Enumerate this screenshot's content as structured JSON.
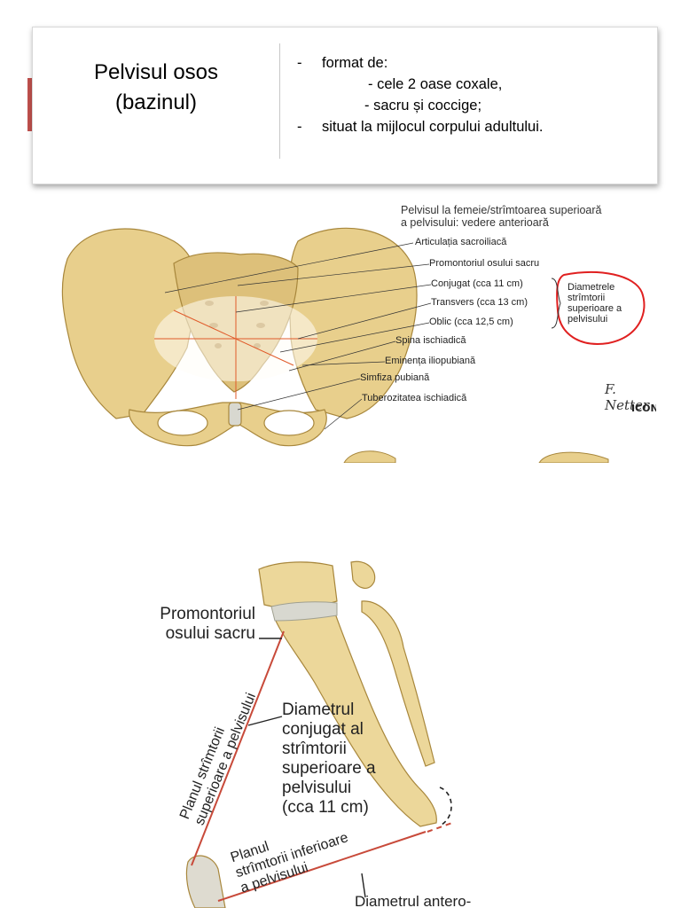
{
  "slide": {
    "title_line1": "Pelvisul osos",
    "title_line2": "(bazinul)",
    "bullets": [
      {
        "dash": "-",
        "text": "format de:"
      },
      {
        "dash": "",
        "text": "- cele 2 oase coxale,"
      },
      {
        "dash": "",
        "text": "- sacru și coccige;"
      },
      {
        "dash": "-",
        "text": "situat la mijlocul corpului adultului."
      }
    ],
    "accent_color": "#c0504d"
  },
  "figure_top": {
    "title_line1": "Pelvisul la femeie/strîmtoarea superioară",
    "title_line2": "a pelvisului: vedere anterioară",
    "labels": [
      "Articulația sacroiliacă",
      "Promontoriul osului sacru",
      "Conjugat (cca 11 cm)",
      "Transvers (cca 13 cm)",
      "Oblic (cca 12,5 cm)",
      "Spina ischiadică",
      "Eminența iliopubiană",
      "Simfiza pubiană",
      "Tuberozitatea ischiadică"
    ],
    "brace_note": [
      "Diametrele",
      "strîmtorii",
      "superioare a",
      "pelvisului"
    ],
    "signature": "F. Netter",
    "logo": "ICON",
    "highlight_color": "#e02020",
    "diameter_color": "#e05a2a"
  },
  "figure_bottom": {
    "promontory_line1": "Promontoriul",
    "promontory_line2": "osului sacru",
    "conjugate": [
      "Diametrul",
      "conjugat al",
      "strîmtorii",
      "superioare a",
      "pelvisului",
      "(cca 11 cm)"
    ],
    "upper_plane_line1": "Planul strîmtorii",
    "upper_plane_line2": "superioare a pelvisului",
    "lower_plane_line1": "Planul",
    "lower_plane_line2": "strîmtorii inferioare",
    "lower_plane_line3": "a pelvisului",
    "antero": "Diametrul antero-"
  }
}
